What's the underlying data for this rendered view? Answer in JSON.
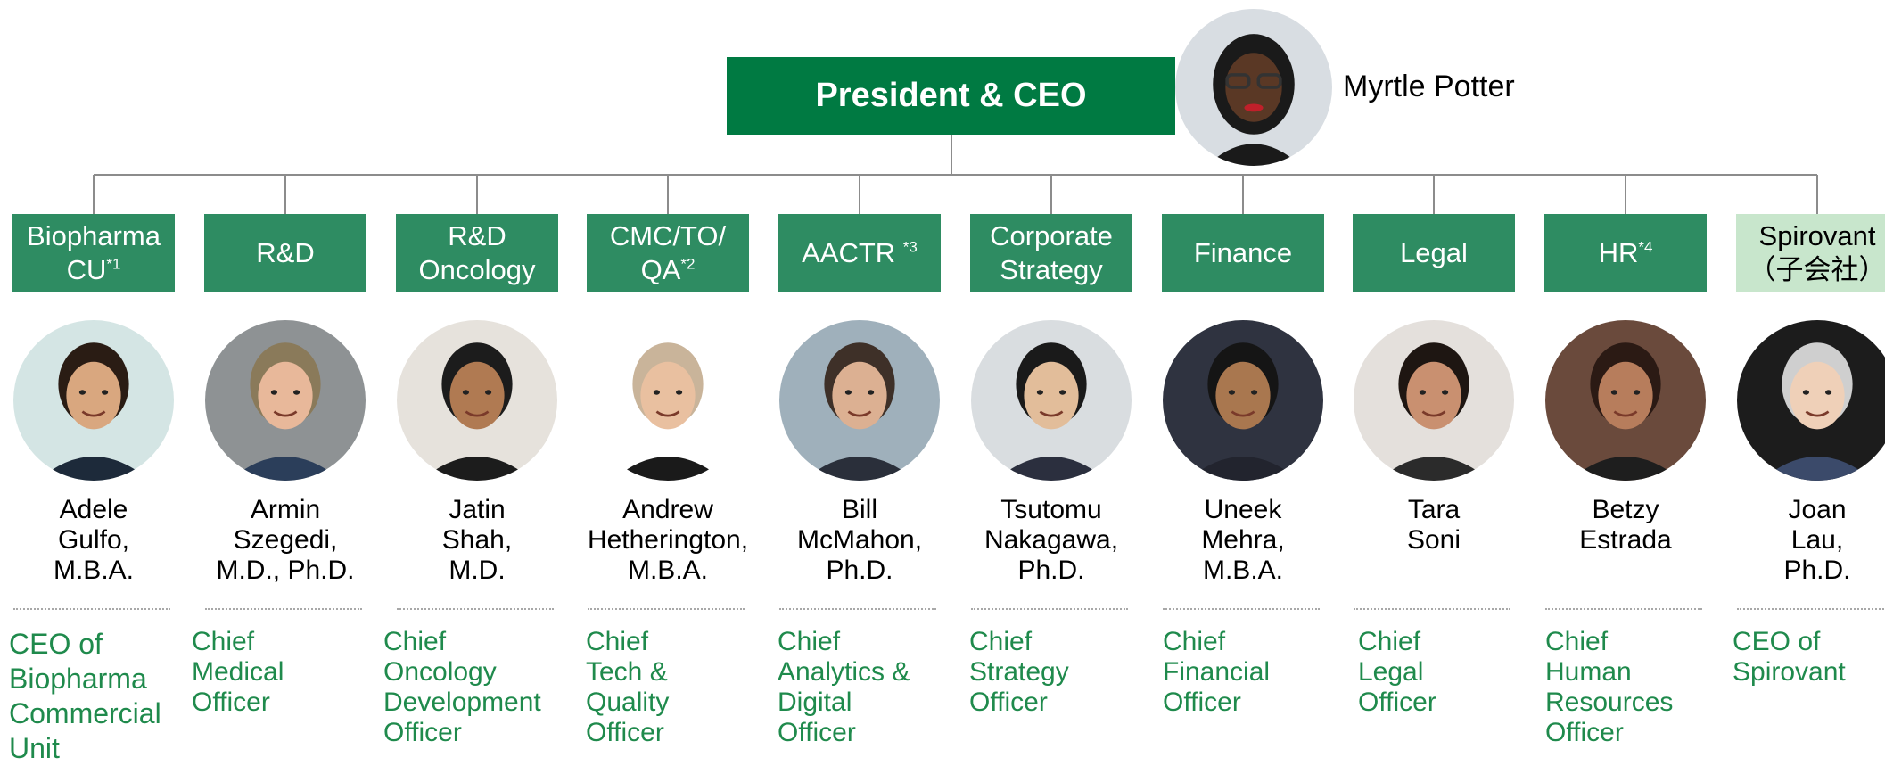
{
  "ceo": {
    "title": "President & CEO",
    "name": "Myrtle  Potter"
  },
  "colors": {
    "ceo_box": "#007a42",
    "dept_box": "#2e8c62",
    "subsidiary_box": "#c8e6cc",
    "role_text": "#1f8a4c",
    "connector": "#8c8c8c"
  },
  "departments": [
    {
      "label": "Biopharma\nCU",
      "note": "*1",
      "name": "Adele\nGulfo,\nM.B.A.",
      "role": "CEO of\nBiopharma\nCommercial\nUnit",
      "icon": "portrait-adele-gulfo"
    },
    {
      "label": "R&D",
      "note": "",
      "name": "Armin\nSzegedi,\nM.D., Ph.D.",
      "role": "Chief\nMedical\nOfficer",
      "icon": "portrait-armin-szegedi"
    },
    {
      "label": "R&D\nOncology",
      "note": "",
      "name": "Jatin\nShah,\nM.D.",
      "role": "Chief\nOncology\nDevelopment\nOfficer",
      "icon": "portrait-jatin-shah"
    },
    {
      "label": "CMC/TO/\nQA",
      "note": "*2",
      "name": "Andrew\nHetherington,\nM.B.A.",
      "role": "Chief\nTech &\nQuality\nOfficer",
      "icon": "portrait-andrew-hetherington"
    },
    {
      "label": "AACTR ",
      "note": "*3",
      "name": "Bill\nMcMahon,\nPh.D.",
      "role": "Chief\nAnalytics &\nDigital\nOfficer",
      "icon": "portrait-bill-mcmahon"
    },
    {
      "label": "Corporate\nStrategy",
      "note": "",
      "name": "Tsutomu\nNakagawa,\nPh.D.",
      "role": "Chief\nStrategy\nOfficer",
      "icon": "portrait-tsutomu-nakagawa"
    },
    {
      "label": "Finance",
      "note": "",
      "name": "Uneek\nMehra,\nM.B.A.",
      "role": "Chief\nFinancial\nOfficer",
      "icon": "portrait-uneek-mehra"
    },
    {
      "label": "Legal",
      "note": "",
      "name": "Tara\nSoni",
      "role": "Chief\nLegal\nOfficer",
      "icon": "portrait-tara-soni"
    },
    {
      "label": "HR",
      "note": "*4",
      "name": "Betzy\nEstrada",
      "role": "Chief\nHuman\nResources\nOfficer",
      "icon": "portrait-betzy-estrada"
    },
    {
      "label": "Spirovant\n（子会社）",
      "note": "",
      "name": "Joan\nLau,\nPh.D.",
      "role": "CEO of\nSpirovant",
      "icon": "portrait-joan-lau"
    }
  ]
}
